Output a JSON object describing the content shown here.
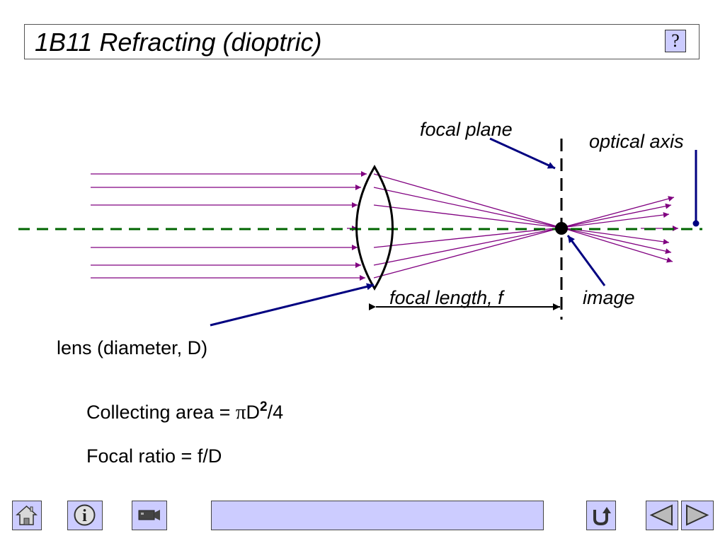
{
  "title": "1B11 Refracting (dioptric)",
  "help_label": "?",
  "labels": {
    "focal_plane": "focal plane",
    "optical_axis": "optical axis",
    "focal_length": "focal length, f",
    "image": "image",
    "lens": "lens (diameter, D)"
  },
  "formulas": {
    "area_prefix": "Collecting area = ",
    "pi": "π",
    "D": "D",
    "exp": "2",
    "area_suffix": "/4",
    "ratio": "Focal ratio = f/D"
  },
  "colors": {
    "rays": "#800080",
    "axis": "#006400",
    "pointer": "#000080",
    "button_fill": "#ccccff"
  },
  "nav": [
    "home-icon",
    "info-icon",
    "movie-camera-icon",
    "return-icon",
    "previous-icon",
    "next-icon"
  ]
}
